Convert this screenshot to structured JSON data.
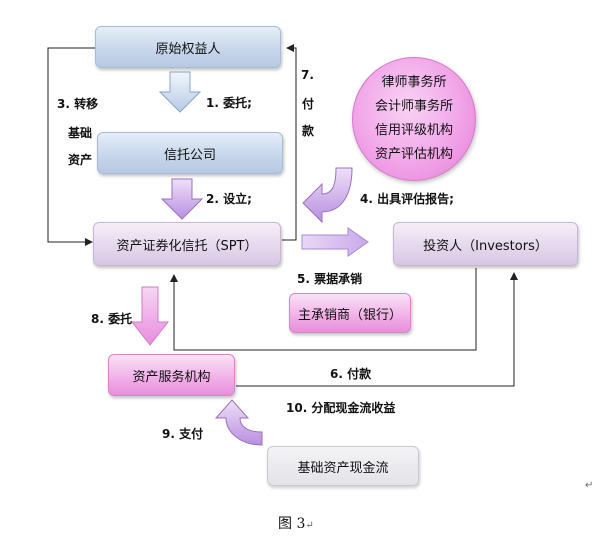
{
  "nodes": {
    "original_owner": "原始权益人",
    "trust_company": "信托公司",
    "spt": "资产证券化信托（SPT）",
    "investors": "投资人（Investors）",
    "underwriter": "主承销商（银行）",
    "servicer": "资产服务机构",
    "cashflow": "基础资产现金流"
  },
  "agencies": [
    "律师事务所",
    "会计师事务所",
    "信用评级机构",
    "资产评估机构"
  ],
  "labels": {
    "step1": "1. 委托;",
    "step2": "2. 设立;",
    "step3": [
      "3. 转移",
      "基础",
      "资产"
    ],
    "step4": "4. 出具评估报告;",
    "step5": "5. 票据承销",
    "step6": "6. 付款",
    "step7": [
      "7.",
      "付",
      "款"
    ],
    "step8": "8. 委托",
    "step9": "9. 支付",
    "step10": "10. 分配现金流收益"
  },
  "caption": "图 3",
  "marks": {
    "caption_mark": "↵",
    "para_mark": "↵"
  },
  "colors": {
    "blue_box": "#c5d5ea",
    "lavender_box": "#e4d6ec",
    "pink_box": "#f0aee6",
    "arrow_fill": "#d9b6f0"
  }
}
